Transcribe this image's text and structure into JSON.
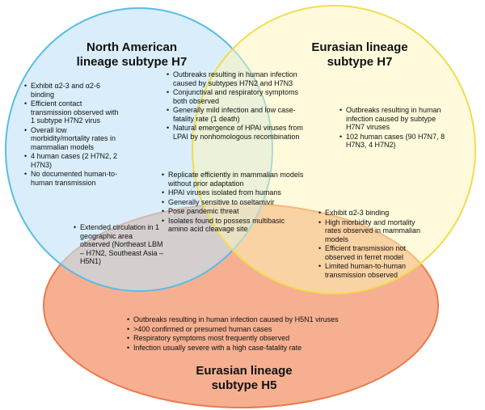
{
  "colors": {
    "north_american_fill": "#bfe3f7",
    "north_american_stroke": "#5bbbe6",
    "eurasian_h7_fill": "#fdf5b8",
    "eurasian_h7_stroke": "#f2dc4e",
    "eurasian_h5_fill": "#f5a27e",
    "eurasian_h5_stroke": "#ec7a4c"
  },
  "sets": {
    "north_american": {
      "title_line1": "North American",
      "title_line2": "lineage subtype H7"
    },
    "eurasian_h7": {
      "title_line1": "Eurasian lineage",
      "title_line2": "subtype H7"
    },
    "eurasian_h5": {
      "title_line1": "Eurasian lineage",
      "title_line2": "subtype H5"
    }
  },
  "regions": {
    "na_only": [
      "Exhibit α2-3 and α2-6 binding",
      "Efficient contact transmission observed with 1 subtype H7N2 virus",
      "Overall low morbidity/mortality rates in mammalian models",
      "4 human cases (2 H7N2, 2 H7N3)",
      "No documented human-to-human transmission"
    ],
    "na_and_eh7": [
      "Outbreaks resulting in human infection caused by subtypes H7N2 and H7N3",
      "Conjunctival and respiratory symptoms both observed",
      "Generally mild infection and low case-fatality rate (1 death)",
      "Natural emergence of HPAI viruses from LPAI by nonhomologous recombination"
    ],
    "eh7_only": [
      "Outbreaks resulting in human infection caused by subtype H7N7 viruses",
      "102 human cases (90 H7N7, 8 H7N3, 4 H7N2)"
    ],
    "all_three": [
      "Replicate efficiently in mammalian models without prior adaptation",
      "HPAI viruses isolated from humans",
      "Generally sensitive to oseltamivir",
      "Pose pandemic threat",
      "Isolates found to possess multibasic amino acid cleavage site"
    ],
    "na_and_eh5": [
      "Extended circulation in 1 geographic area observed (Northeast LBM – H7N2, Southeast Asia – H5N1)"
    ],
    "eh7_and_eh5": [
      "Exhibit α2-3 binding",
      "High morbidity and mortality rates observed in mammalian models",
      "Efficient transmission not observed in ferret model",
      "Limited human-to-human transmission observed"
    ],
    "eh5_only": [
      "Outbreaks resulting in human infection caused by H5N1 viruses",
      ">400 confirmed or presumed human cases",
      "Respiratory symptoms most frequently observed",
      "Infection usually severe with a high case-fatality rate"
    ]
  }
}
